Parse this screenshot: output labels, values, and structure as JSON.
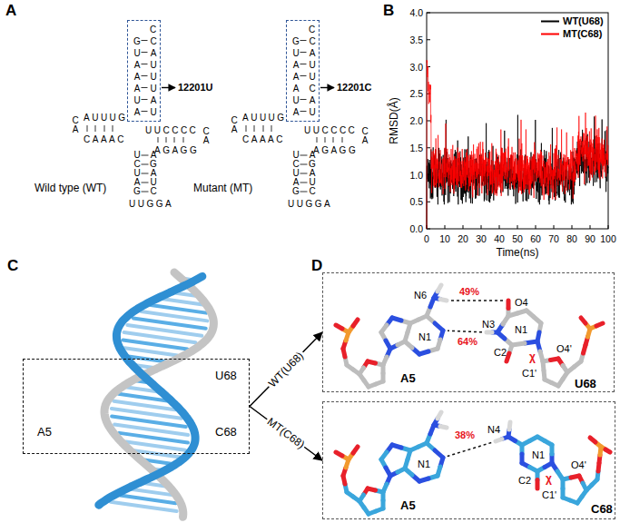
{
  "diagram": {
    "nodes": [
      {
        "text": [
          "C",
          "GUAAAUA",
          "CAUUUAU"
        ]
      },
      {
        "text": [
          "C",
          "GUAAAUA",
          "CAUUCAU"
        ]
      },
      {
        "text": [
          "U68",
          "A5",
          "C68"
        ]
      },
      {
        "text": [
          "49%",
          "O4",
          "N6",
          "N1",
          "64%",
          "N3",
          "C2",
          "N1",
          "χ",
          "O4'",
          "C1'",
          "A5",
          "U68"
        ]
      },
      {
        "text": [
          "38%",
          "N4",
          "N1",
          "C2",
          "N1",
          "χ",
          "O4'",
          "C1'",
          "A5",
          "C68"
        ]
      }
    ],
    "edges": [
      {
        "from": 2,
        "to": 3,
        "label": "WT(U68)",
        "arrow": "to"
      },
      {
        "from": 2,
        "to": 4,
        "label": "MT(C68)",
        "arrow": "to"
      }
    ],
    "labels": [
      "A",
      "12201U",
      "12201C",
      "UUCCCC",
      "AGAGG",
      "CA",
      "AUUUG",
      "CAAAC",
      "CA",
      "UCUAG",
      "AGAUC",
      "UUGGA",
      "UUCCCC",
      "AGAGG",
      "CA",
      "AUUUG",
      "CAAAC",
      "CA",
      "UCUAG",
      "AGAUC",
      "UUGGA",
      "Wild type (WT)",
      "Mutant (MT)",
      "B",
      "4.0",
      "3.5",
      "3.0",
      "2.5",
      "2.0",
      "1.5",
      "1.0",
      "0.5",
      "0.0",
      "0",
      "10",
      "20",
      "30",
      "40",
      "50",
      "60",
      "70",
      "80",
      "90",
      "100",
      "Time(ns)",
      "RMSD(Å)",
      "C",
      "D"
    ],
    "legend": [
      {
        "text": "WT(U68)"
      },
      {
        "text": "MT(C68)"
      }
    ]
  }
}
